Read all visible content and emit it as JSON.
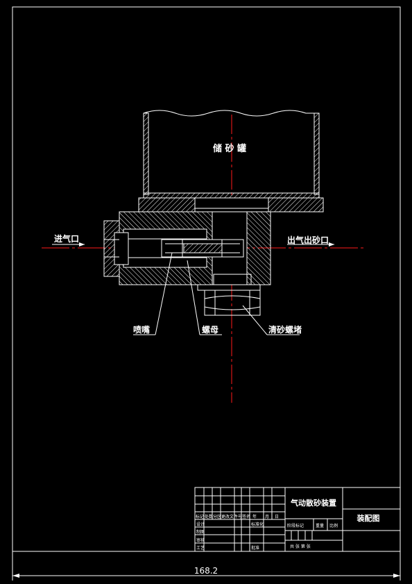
{
  "drawing": {
    "vessel_label": "储 砂 罐",
    "inlet_label": "进气口",
    "outlet_label": "出气出砂口",
    "part_nozzle": "喷嘴",
    "part_nut": "螺母",
    "part_plug": "清砂螺堵",
    "dimension": "168.2"
  },
  "title_block": {
    "product_name": "气动散砂装置",
    "drawing_type": "装配图",
    "header_row": [
      "标记",
      "处数",
      "分区",
      "更改文件号",
      "签名",
      "年",
      "月",
      "日"
    ],
    "role_design": "设计",
    "role_standard": "标准化",
    "role_draw": "制图",
    "role_check": "审核",
    "role_process": "工艺",
    "role_approve": "批准",
    "stage_label": "阶段标记",
    "weight_label": "重量",
    "scale_label": "比例",
    "sheet_info": "共  张  第  张"
  },
  "colors": {
    "background": "#000000",
    "lines": "#ffffff",
    "centerline": "#ff1a1a"
  }
}
